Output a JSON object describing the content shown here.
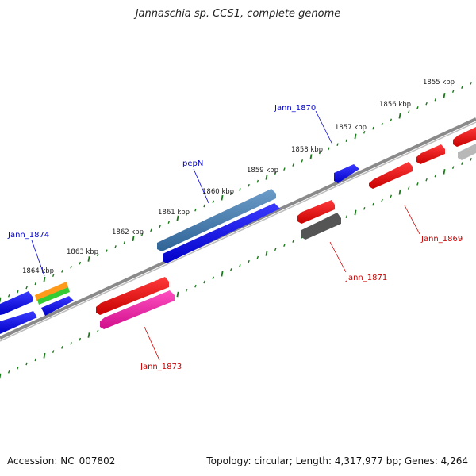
{
  "title": "Jannaschia sp. CCS1, complete genome",
  "footer": {
    "accession": "Accession: NC_007802",
    "summary": "Topology: circular; Length: 4,317,977 bp; Genes: 4,264"
  },
  "colors": {
    "backbone": "#808080",
    "tick": "#1a7a1a",
    "label_blue": "#0000cc",
    "label_red": "#cc0000"
  },
  "kbp_labels": [
    "1855 kbp",
    "1856 kbp",
    "1857 kbp",
    "1858 kbp",
    "1859 kbp",
    "1860 kbp",
    "1861 kbp",
    "1862 kbp",
    "1863 kbp",
    "1864 kbp"
  ],
  "genes": [
    {
      "name": "Jann_1870",
      "strand": "forward"
    },
    {
      "name": "pepN",
      "strand": "forward"
    },
    {
      "name": "Jann_1874",
      "strand": "forward"
    },
    {
      "name": "Jann_1869",
      "strand": "reverse"
    },
    {
      "name": "Jann_1871",
      "strand": "reverse"
    },
    {
      "name": "Jann_1873",
      "strand": "reverse"
    }
  ]
}
